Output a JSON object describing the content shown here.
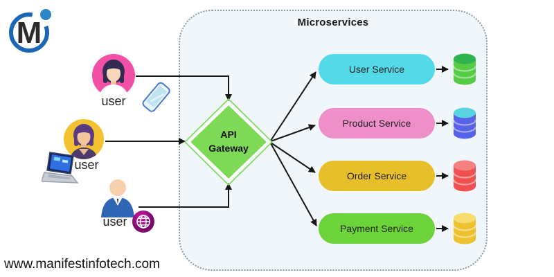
{
  "logo": {
    "letter": "M",
    "ring_color": "#1b66b5",
    "dot_color": "#2e86c8"
  },
  "microservices_box": {
    "title": "Microservices",
    "background": "#f0f6f9"
  },
  "gateway": {
    "line1": "API",
    "line2": "Gateway",
    "color": "#7ed957"
  },
  "users": [
    {
      "label": "user",
      "avatar": "woman-pink-circle",
      "device": "smartphone",
      "circle_color": "#f24fa5"
    },
    {
      "label": "user",
      "avatar": "woman-yellow-circle",
      "device": "laptop",
      "circle_color": "#f2c230"
    },
    {
      "label": "user",
      "avatar": "man-blue-suit",
      "device": "globe",
      "suit_color": "#2f66b5"
    }
  ],
  "services": [
    {
      "name": "User Service",
      "pill_color": "#54d9e8",
      "db_body_color": "#55cc44",
      "db_top_color": "#2eb34e"
    },
    {
      "name": "Product Service",
      "pill_color": "#ef8fc9",
      "db_body_color": "#5663e8",
      "db_top_color": "#58d4e0"
    },
    {
      "name": "Order Service",
      "pill_color": "#e7bf2b",
      "db_body_color": "#f15050",
      "db_top_color": "#f58080"
    },
    {
      "name": "Payment Service",
      "pill_color": "#6cd43a",
      "db_body_color": "#edc22e",
      "db_top_color": "#f7dc6f"
    }
  ],
  "footer": {
    "website": "www.manifestinfotech.com"
  },
  "arrow_color": "#161616"
}
